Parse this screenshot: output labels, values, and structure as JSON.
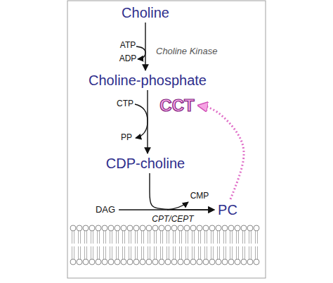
{
  "diagram": {
    "nodes": [
      {
        "text": [
          "Choline"
        ]
      },
      {
        "text": [
          "Choline-phosphate"
        ]
      },
      {
        "text": [
          "CCT"
        ]
      },
      {
        "text": [
          "CDP-choline"
        ]
      },
      {
        "text": [
          "DAG"
        ]
      },
      {
        "text": [
          "PC"
        ]
      }
    ],
    "edges": [
      {
        "from": 0,
        "to": 1,
        "arrow": "to"
      },
      {
        "from": 1,
        "to": 3,
        "arrow": "to"
      },
      {
        "from": 3,
        "to": 5,
        "arrow": "to"
      },
      {
        "from": 4,
        "to": 5,
        "arrow": "to"
      },
      {
        "from": 5,
        "to": 2,
        "arrow": "to"
      }
    ],
    "labels": [
      "ATP",
      "ADP",
      "Choline Kinase",
      "CTP",
      "PP",
      "CMP",
      "CPT/CEPT"
    ]
  }
}
